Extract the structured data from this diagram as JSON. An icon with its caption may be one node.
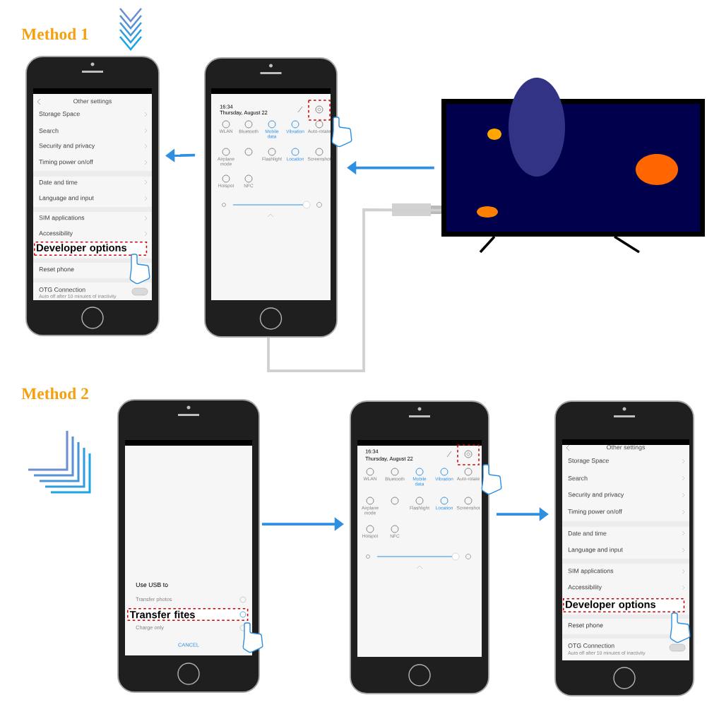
{
  "diagram": {
    "nodes": [
      {
        "text": [
          "Other settings",
          "Storage Space",
          "Search",
          "Security and privacy",
          "Timing power on/off",
          "Date and time",
          "Language and input",
          "SIM applications",
          "Accessibility",
          "Developer options",
          "Reset phone",
          "OTG Connection",
          "Auto off after 10 minutes of inactivity"
        ]
      },
      {
        "text": [
          "16:34",
          "Thursday, August 22",
          "WLAN",
          "Bluetooth",
          "Mobile data",
          "Vibration",
          "Auto-rotate",
          "Airplane mode",
          "Flashlight",
          "Location",
          "Screenshot",
          "Hotspot",
          "NFC"
        ]
      },
      {
        "text": [],
        "shape": "picture"
      },
      {
        "text": [
          "Use USB to",
          "Transfer photos",
          "Transfer fites",
          "Charge only",
          "CANCEL"
        ]
      },
      {
        "text": [
          "16:34",
          "Thursday, August 22",
          "WLAN",
          "Bluetooth",
          "Mobile data",
          "Vibration",
          "Auto-rotate",
          "Airplane mode",
          "Flashlight",
          "Location",
          "Screenshot",
          "Hotspot",
          "NFC"
        ]
      },
      {
        "text": [
          "Other settings",
          "Storage Space",
          "Search",
          "Security and privacy",
          "Timing power on/off",
          "Date and time",
          "Language and input",
          "SIM applications",
          "Accessibility",
          "Developer options",
          "Reset phone",
          "OTG Connection",
          "Auto off after 10 minutes of inactivity"
        ]
      }
    ],
    "edges": [
      {
        "from": 2,
        "to": 1,
        "arrow": "to"
      },
      {
        "from": 1,
        "to": 0,
        "arrow": "to"
      },
      {
        "from": 3,
        "to": 4,
        "arrow": "to"
      },
      {
        "from": 4,
        "to": 5,
        "arrow": "to"
      },
      {
        "from": 2,
        "to": 1,
        "arrow": "none",
        "color": "#d0d0d0"
      }
    ],
    "labels": [
      "Method 1",
      "Method 2"
    ]
  }
}
